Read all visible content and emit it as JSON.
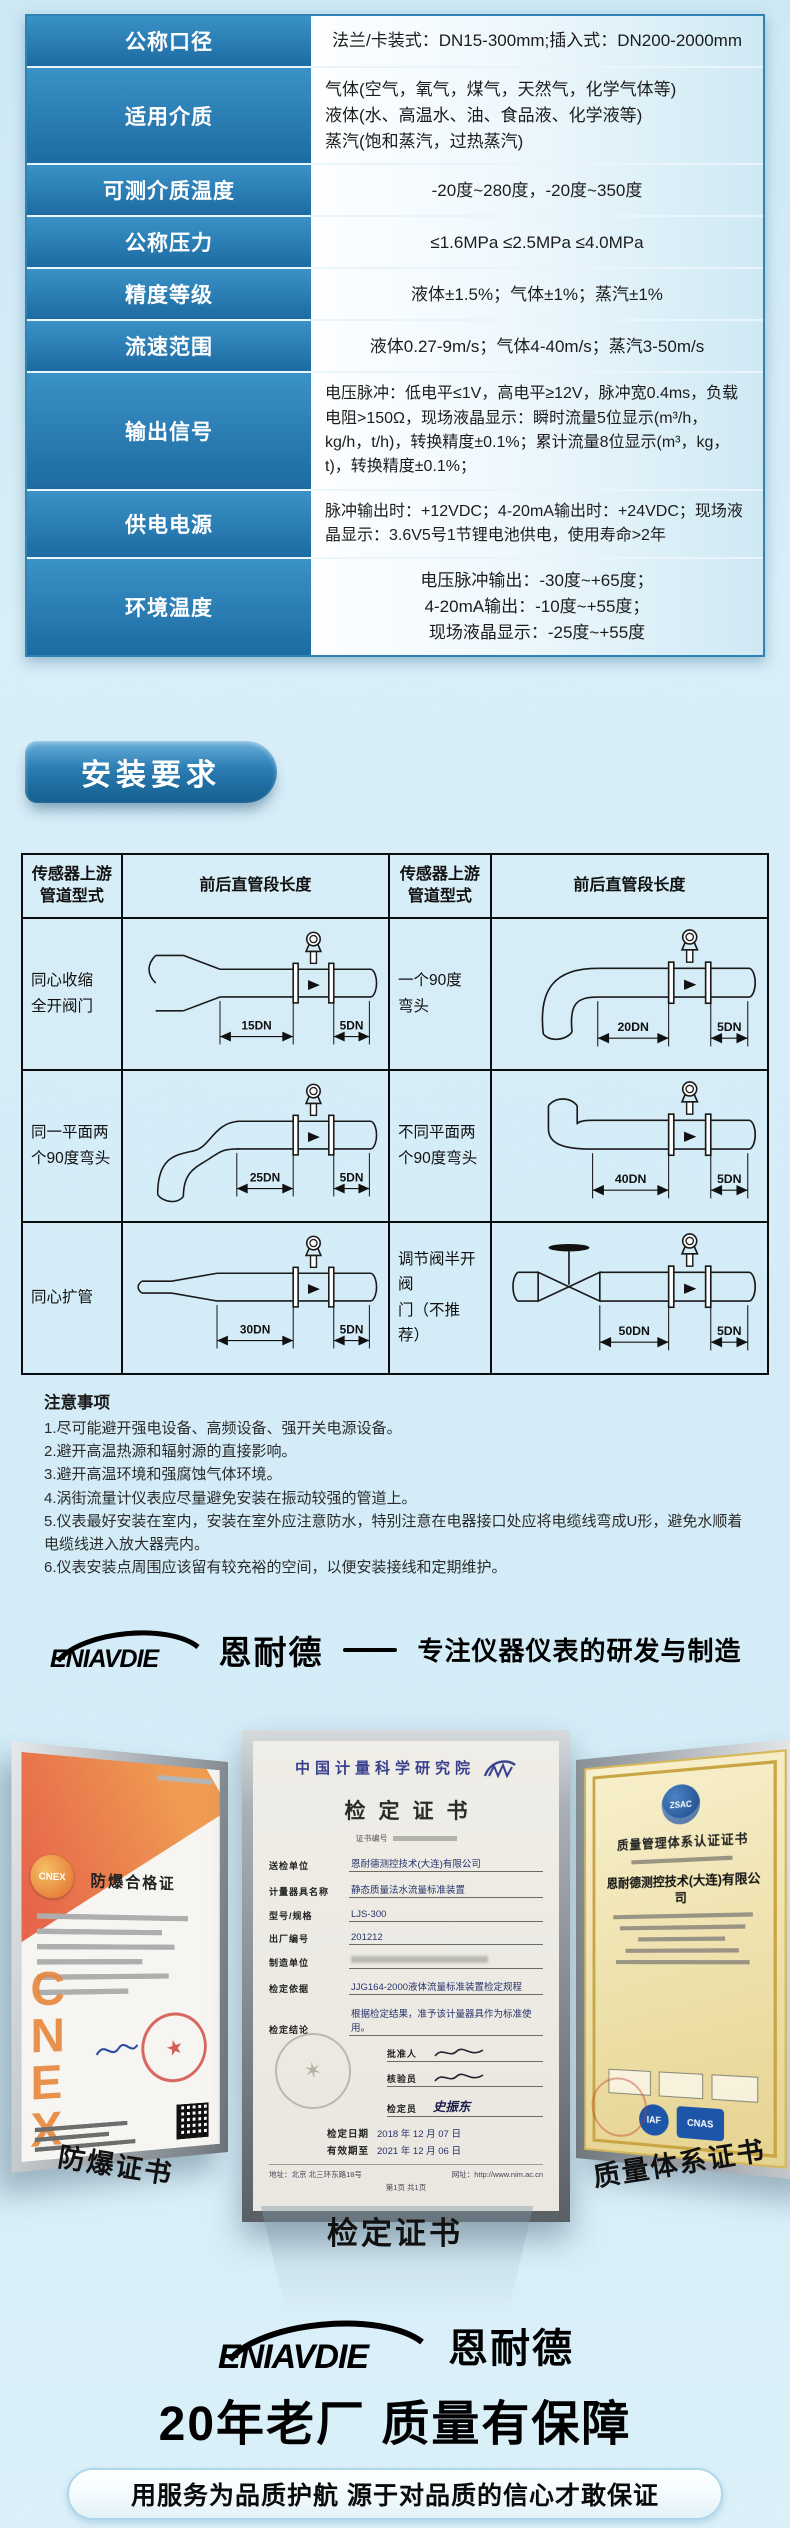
{
  "colors": {
    "accent_blue": "#2277ad",
    "page_bg": "#d8eef8",
    "header_cell": "#1d6ba2",
    "cnex_orange": "#e6873c"
  },
  "spec_table": {
    "rows": [
      {
        "label": "公称口径",
        "value": "法兰/卡装式：DN15-300mm;插入式：DN200-2000mm",
        "align": "center"
      },
      {
        "label": "适用介质",
        "value": [
          "气体(空气，氧气，煤气，天然气，化学气体等)",
          "液体(水、高温水、油、食品液、化学液等)",
          "蒸汽(饱和蒸汽，过热蒸汽)"
        ],
        "align": "left"
      },
      {
        "label": "可测介质温度",
        "value": "-20度~280度，-20度~350度",
        "align": "center"
      },
      {
        "label": "公称压力",
        "value": "≤1.6MPa ≤2.5MPa ≤4.0MPa",
        "align": "center"
      },
      {
        "label": "精度等级",
        "value": "液体±1.5%；气体±1%；蒸汽±1%",
        "align": "center"
      },
      {
        "label": "流速范围",
        "value": "液体0.27-9m/s；气体4-40m/s；蒸汽3-50m/s",
        "align": "center"
      },
      {
        "label": "输出信号",
        "value": "电压脉冲：低电平≤1V，高电平≥12V，脉冲宽0.4ms，负载电阻>150Ω，现场液晶显示：瞬时流量5位显示(m³/h，kg/h，t/h)，转换精度±0.1%；累计流量8位显示(m³，kg，t)，转换精度±0.1%；",
        "align": "left",
        "small": true
      },
      {
        "label": "供电电源",
        "value": "脉冲输出时：+12VDC；4-20mA输出时：+24VDC；现场液晶显示：3.6V5号1节锂电池供电，使用寿命>2年",
        "align": "left",
        "small": true
      },
      {
        "label": "环境温度",
        "value": [
          "电压脉冲输出：-30度~+65度；",
          "4-20mA输出：-10度~+55度；",
          "现场液晶显示：-25度~+55度"
        ],
        "align": "center"
      }
    ]
  },
  "install": {
    "section_title": "安装要求",
    "headers": [
      "传感器上游\n管道型式",
      "前后直管段长度",
      "传感器上游\n管道型式",
      "前后直管段长度"
    ],
    "rows": [
      {
        "cells": [
          {
            "type": "同心收缩\n全开阀门",
            "diagram": "reducer",
            "up": "15DN",
            "down": "5DN"
          },
          {
            "type": "一个90度\n弯头",
            "diagram": "elbow",
            "up": "20DN",
            "down": "5DN"
          }
        ]
      },
      {
        "cells": [
          {
            "type": "同一平面两\n个90度弯头",
            "diagram": "elbow2",
            "up": "25DN",
            "down": "5DN"
          },
          {
            "type": "不同平面两\n个90度弯头",
            "diagram": "elbow3d",
            "up": "40DN",
            "down": "5DN"
          }
        ]
      },
      {
        "cells": [
          {
            "type": "同心扩管",
            "diagram": "expander",
            "up": "30DN",
            "down": "5DN"
          },
          {
            "type": "调节阀半开阀\n门（不推荐）",
            "diagram": "valve",
            "up": "50DN",
            "down": "5DN"
          }
        ]
      }
    ]
  },
  "notes": {
    "title": "注意事项",
    "items": [
      "1.尽可能避开强电设备、高频设备、强开关电源设备。",
      "2.避开高温热源和辐射源的直接影响。",
      "3.避开高温环境和强腐蚀气体环境。",
      "4.涡街流量计仪表应尽量避免安装在振动较强的管道上。",
      "5.仪表最好安装在室内，安装在室外应注意防水，特别注意在电器接口处应将电缆线弯成U形，避免水顺着电缆线进入放大器壳内。",
      "6.仪表安装点周围应该留有较充裕的空间，以便安装接线和定期维护。"
    ]
  },
  "brand": {
    "logo_en": "ENIAVDIE",
    "logo_cn": "恩耐德",
    "tagline": "专注仪器仪表的研发与制造"
  },
  "certs": {
    "left": {
      "badge": "CNEX",
      "title": "防爆合格证",
      "big_letters": "CNEX",
      "stamp": "★",
      "label": "防爆证书"
    },
    "middle": {
      "org": "中国计量科学研究院",
      "title": "检定证书",
      "cert_no_label": "证书编号",
      "fields": [
        {
          "label": "送检单位",
          "value": "恩耐德测控技术(大连)有限公司"
        },
        {
          "label": "计量器具名称",
          "value": "静态质量法水流量标准装置"
        },
        {
          "label": "型号/规格",
          "value": "LJS-300"
        },
        {
          "label": "出厂编号",
          "value": "201212"
        },
        {
          "label": "制造单位",
          "value": "",
          "blurred": true
        },
        {
          "label": "检定依据",
          "value": "JJG164-2000液体流量标准装置检定规程"
        },
        {
          "label": "检定结论",
          "value": "根据检定结果，准予该计量器具作为标准使用。"
        }
      ],
      "signers": [
        {
          "label": "批准人",
          "value": ""
        },
        {
          "label": "核验员",
          "value": ""
        },
        {
          "label": "检定员",
          "value": "史振东"
        }
      ],
      "dates": [
        {
          "label": "检定日期",
          "value": "2018 年 12 月 07 日"
        },
        {
          "label": "有效期至",
          "value": "2021 年 12 月 06 日"
        }
      ],
      "footer": [
        "地址：北京 北三环东路18号",
        "网址：http://www.nim.ac.cn",
        "第1页 共1页"
      ],
      "stamp": "✶",
      "label": "检定证书"
    },
    "right": {
      "logo": "ZSAC",
      "title": "质量管理体系认证证书",
      "company": "恩耐德测控技术(大连)有限公司",
      "marks": [
        "IAF",
        "CNAS"
      ],
      "label": "质量体系证书"
    }
  },
  "footer": {
    "headline": "20年老厂 质量有保障",
    "pill": "用服务为品质护航 源于对品质的信心才敢保证"
  }
}
